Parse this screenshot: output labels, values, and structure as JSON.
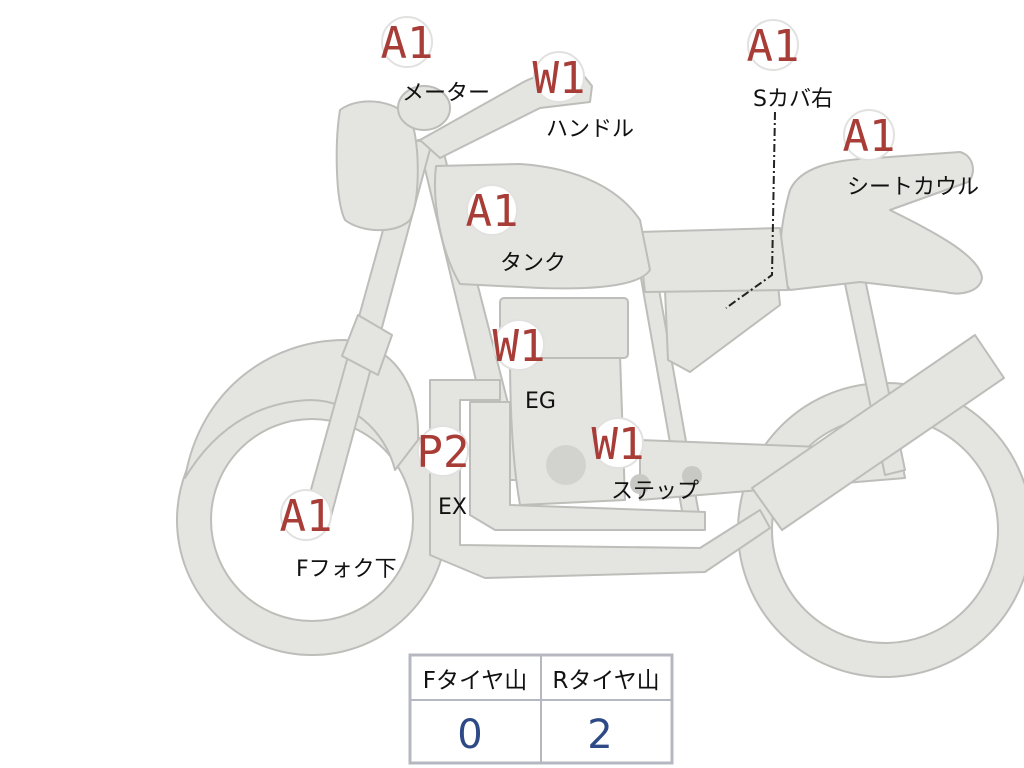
{
  "colors": {
    "body_fill": "#e4e4e1",
    "body_stroke": "#bdbdb9",
    "grade_text": "#a83c36",
    "value_text": "#2e4a86",
    "table_border": "#b5b8c0"
  },
  "markers": [
    {
      "id": "meter",
      "grade": "A1",
      "label": "メーター"
    },
    {
      "id": "handle",
      "grade": "W1",
      "label": "ハンドル"
    },
    {
      "id": "scover",
      "grade": "A1",
      "label": "Sカバ右"
    },
    {
      "id": "seat",
      "grade": "A1",
      "label": "シートカウル"
    },
    {
      "id": "tank",
      "grade": "A1",
      "label": "タンク"
    },
    {
      "id": "engine",
      "grade": "W1",
      "label": "EG"
    },
    {
      "id": "step",
      "grade": "W1",
      "label": "ステップ"
    },
    {
      "id": "ex",
      "grade": "P2",
      "label": "EX"
    },
    {
      "id": "fork",
      "grade": "A1",
      "label": "Fフォク下"
    }
  ],
  "tire_table": {
    "front_label": "Fタイヤ山",
    "rear_label": "Rタイヤ山",
    "front_value": "0",
    "rear_value": "2"
  }
}
